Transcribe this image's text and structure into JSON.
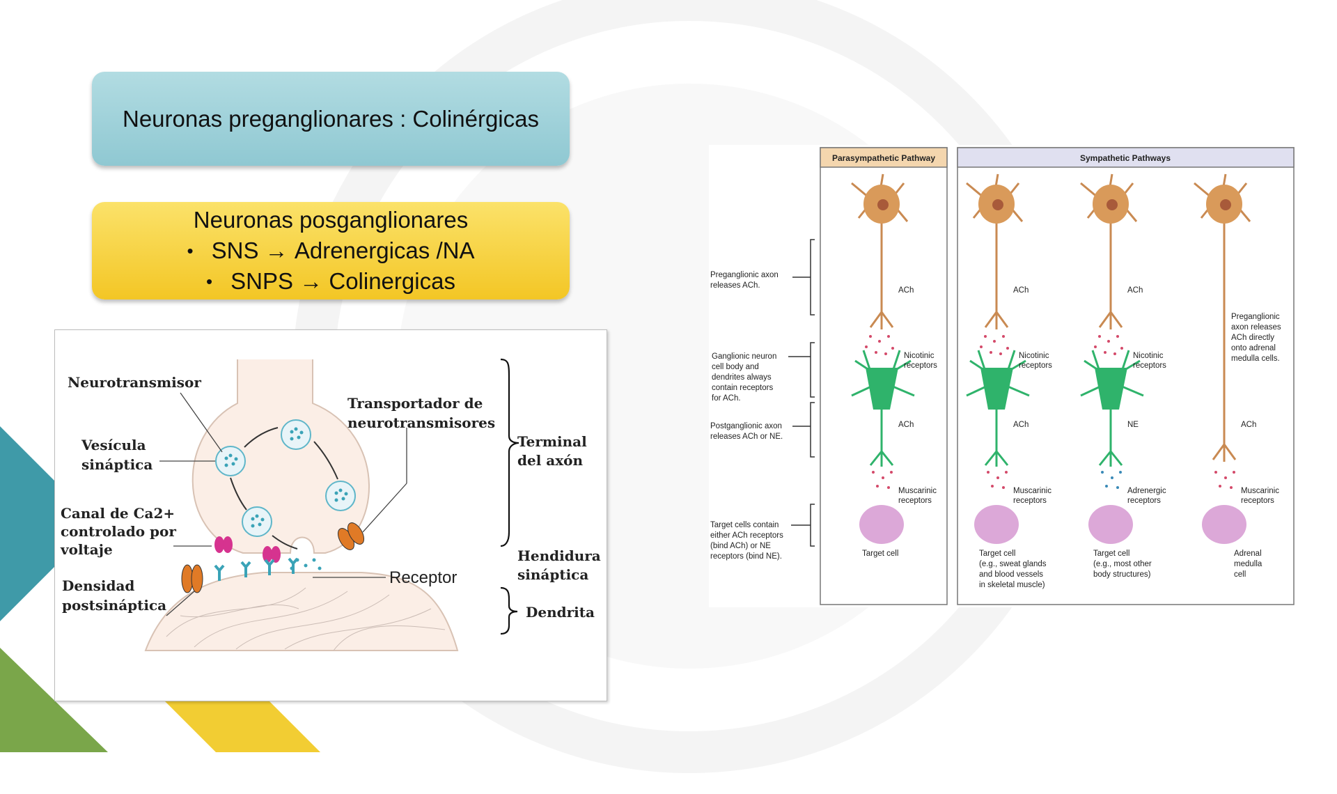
{
  "box_top": {
    "text": "Neuronas preganglionares : Colinérgicas"
  },
  "box_bottom": {
    "title": "Neuronas posganglionares",
    "bullets": [
      {
        "left": "SNS",
        "arrow": "→",
        "right": "Adrenergicas /NA"
      },
      {
        "left": "SNPS",
        "arrow": "→",
        "right": "Colinergicas"
      }
    ],
    "bullet_char": "•"
  },
  "synapse": {
    "labels": {
      "neurotransmisor": "Neurotransmisor",
      "vesicula_1": "Vesícula",
      "vesicula_2": "sináptica",
      "canal_1": "Canal de Ca2+",
      "canal_2": "controlado por",
      "canal_3": "voltaje",
      "densidad_1": "Densidad",
      "densidad_2": "postsináptica",
      "transportador_1": "Transportador de",
      "transportador_2": "neurotransmisores",
      "receptor": "Receptor",
      "terminal_1": "Terminal",
      "terminal_2": "del axón",
      "hendidura_1": "Hendidura",
      "hendidura_2": "sináptica",
      "dendrita": "Dendrita"
    }
  },
  "pathways": {
    "parasympathetic_header": "Parasympathetic Pathway",
    "sympathetic_header": "Sympathetic Pathways",
    "left_labels": {
      "pre_1": "Preganglionic axon",
      "pre_2": "releases ACh.",
      "gang_1": "Ganglionic neuron",
      "gang_2": "cell body and",
      "gang_3": "dendrites always",
      "gang_4": "contain receptors",
      "gang_5": "for ACh.",
      "post_1": "Postganglionic axon",
      "post_2": "releases ACh or NE.",
      "target_1": "Target cells contain",
      "target_2": "either ACh receptors",
      "target_3": "(bind ACh) or NE",
      "target_4": "receptors (bind NE)."
    },
    "columns": [
      {
        "top_nt": "ACh",
        "rec1": "Nicotinic",
        "rec2": "receptors",
        "bottom_nt": "ACh",
        "rec3": "Muscarinic",
        "rec4": "receptors",
        "cap1": "Target cell",
        "cap2": "",
        "cap3": "",
        "cap4": ""
      },
      {
        "top_nt": "ACh",
        "rec1": "Nicotinic",
        "rec2": "receptors",
        "bottom_nt": "ACh",
        "rec3": "Muscarinic",
        "rec4": "receptors",
        "cap1": "Target cell",
        "cap2": "(e.g., sweat glands",
        "cap3": "and blood vessels",
        "cap4": "in skeletal muscle)"
      },
      {
        "top_nt": "ACh",
        "rec1": "Nicotinic",
        "rec2": "receptors",
        "bottom_nt": "NE",
        "rec3": "Adrenergic",
        "rec4": "receptors",
        "cap1": "Target cell",
        "cap2": "(e.g., most other",
        "cap3": "body structures)",
        "cap4": ""
      },
      {
        "note1": "Preganglionic",
        "note2": "axon releases",
        "note3": "ACh directly",
        "note4": "onto adrenal",
        "note5": "medulla cells.",
        "bottom_nt": "ACh",
        "rec3": "Muscarinic",
        "rec4": "receptors",
        "cap1": "Adrenal",
        "cap2": "medulla",
        "cap3": "cell"
      }
    ]
  },
  "colors": {
    "teal": "#3f9aa8",
    "green": "#7aa64a",
    "yellow": "#f2cd33",
    "neuron_orange": "#d99a5a",
    "ganglion_green": "#2fb36b",
    "target_pink": "#dca8d8"
  }
}
